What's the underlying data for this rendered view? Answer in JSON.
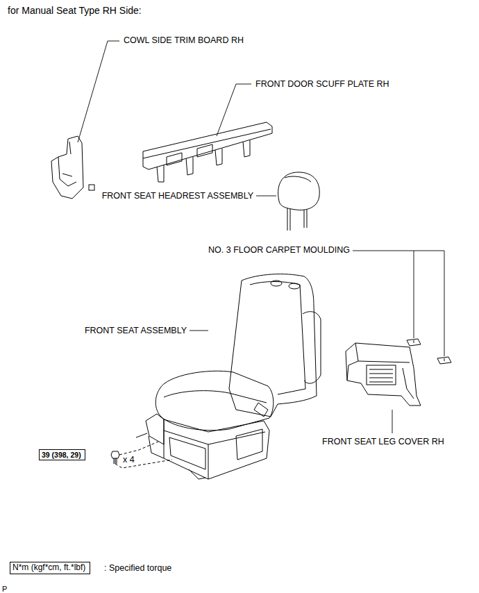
{
  "diagram": {
    "title": "for Manual Seat Type RH Side:",
    "nodes": [
      {
        "text": [
          "39 (398, 29)"
        ]
      },
      {
        "text": [
          "N*m (kgf*cm, ft.*lbf)"
        ]
      }
    ],
    "labels": [
      "COWL SIDE TRIM BOARD RH",
      "FRONT DOOR SCUFF PLATE RH",
      "FRONT SEAT HEADREST ASSEMBLY",
      "NO. 3 FLOOR CARPET MOULDING",
      "FRONT SEAT ASSEMBLY",
      "FRONT SEAT LEG COVER RH",
      "x 4",
      ": Specified torque",
      "P"
    ]
  }
}
